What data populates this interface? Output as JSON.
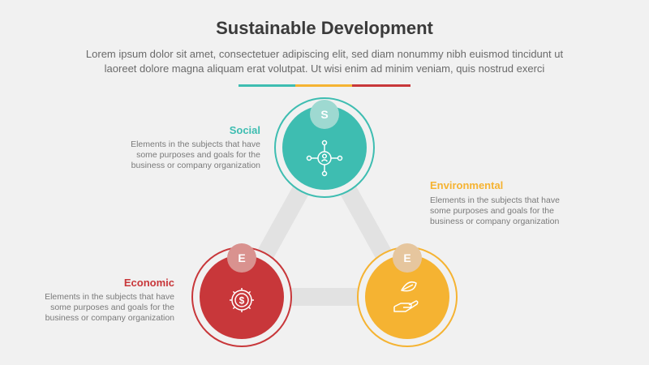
{
  "header": {
    "title": "Sustainable Development",
    "subtitle_line1": "Lorem ipsum dolor sit amet, consectetuer adipiscing elit, sed diam nonummy nibh euismod tincidunt ut",
    "subtitle_line2": "laoreet dolore magna aliquam erat volutpat. Ut wisi enim ad minim veniam, quis nostrud exerci"
  },
  "colors": {
    "social": "#3ebdb1",
    "economic": "#c8373a",
    "environmental": "#f5b332",
    "connector": "#e2e2e2",
    "badge_social": "#9ed9d1",
    "badge_economic": "#d9928f",
    "badge_environmental": "#e6c69e"
  },
  "nodes": {
    "social": {
      "letter": "S",
      "title": "Social",
      "desc": [
        "Elements in the subjects that have",
        "some purposes and goals for the",
        "business or company organization"
      ],
      "icon": "network-user-icon"
    },
    "environmental": {
      "letter": "E",
      "title": "Environmental",
      "desc": [
        "Elements in the subjects that have",
        "some purposes and goals for the",
        "business or company organization"
      ],
      "icon": "hand-leaf-icon"
    },
    "economic": {
      "letter": "E",
      "title": "Economic",
      "desc": [
        "Elements in the subjects that have",
        "some purposes and goals for the",
        "business or company organization"
      ],
      "icon": "gear-dollar-icon"
    }
  }
}
